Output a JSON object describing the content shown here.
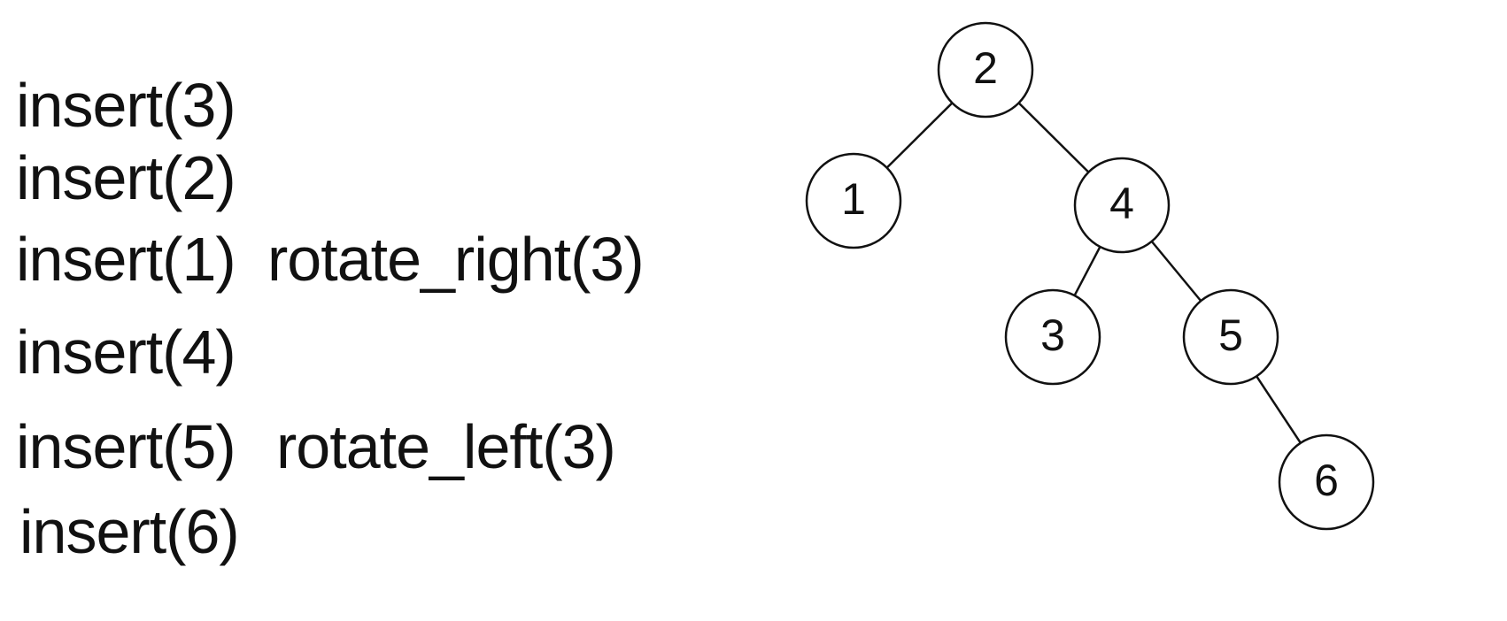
{
  "operations": [
    {
      "insert": "insert(3)",
      "rotation": ""
    },
    {
      "insert": "insert(2)",
      "rotation": ""
    },
    {
      "insert": "insert(1)",
      "rotation": "rotate_right(3)"
    },
    {
      "insert": "insert(4)",
      "rotation": ""
    },
    {
      "insert": "insert(5)",
      "rotation": "rotate_left(3)"
    },
    {
      "insert": "insert(6)",
      "rotation": ""
    }
  ],
  "tree": {
    "nodes": [
      {
        "id": "n2",
        "label": "2"
      },
      {
        "id": "n1",
        "label": "1"
      },
      {
        "id": "n4",
        "label": "4"
      },
      {
        "id": "n3",
        "label": "3"
      },
      {
        "id": "n5",
        "label": "5"
      },
      {
        "id": "n6",
        "label": "6"
      }
    ],
    "edges": [
      {
        "from": "n2",
        "to": "n1"
      },
      {
        "from": "n2",
        "to": "n4"
      },
      {
        "from": "n4",
        "to": "n3"
      },
      {
        "from": "n4",
        "to": "n5"
      },
      {
        "from": "n5",
        "to": "n6"
      }
    ]
  }
}
